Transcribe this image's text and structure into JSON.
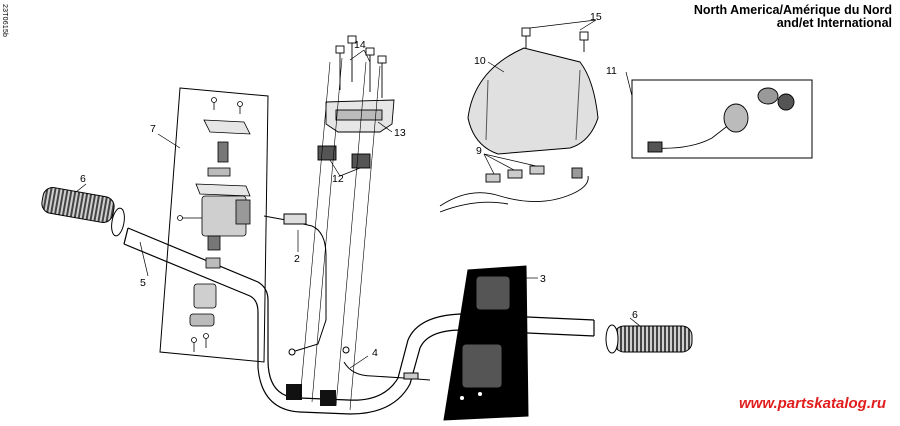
{
  "header": {
    "line1": "North America/Amérique du Nord",
    "line2": "and/et International"
  },
  "ref_code": "23T0615b",
  "watermark": "www.partskatalog.ru",
  "callouts": {
    "c2": "2",
    "c3": "3",
    "c4": "4",
    "c5": "5",
    "c6_left": "6",
    "c6_right": "6",
    "c7": "7",
    "c9": "9",
    "c10": "10",
    "c11": "11",
    "c12": "12",
    "c13": "13",
    "c14": "14",
    "c15": "15"
  },
  "colors": {
    "line": "#000000",
    "part_fill": "#e6e6e6",
    "part_dark": "#555555",
    "watermark": "#e11d1d"
  }
}
